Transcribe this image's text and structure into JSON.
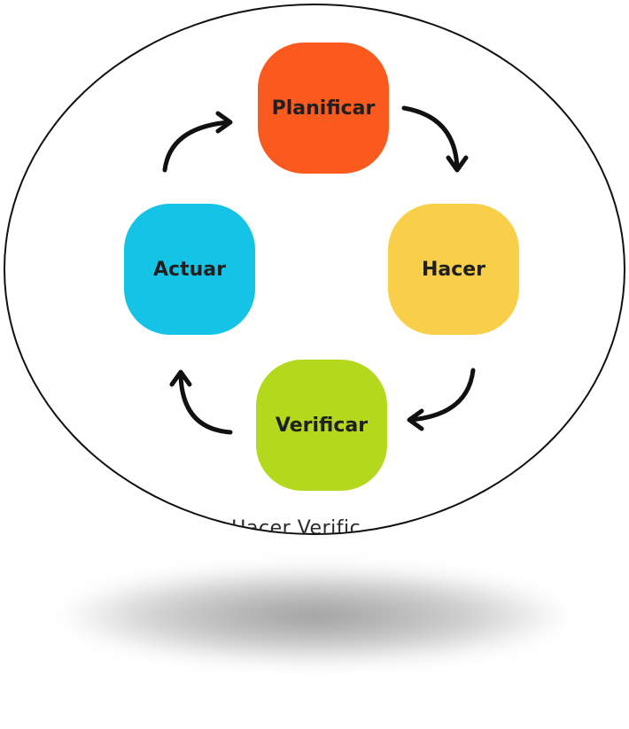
{
  "diagram": {
    "nodes": [
      {
        "id": "planificar",
        "label": "Planificar",
        "color": "#FA5A1E"
      },
      {
        "id": "hacer",
        "label": "Hacer",
        "color": "#F9CF4A"
      },
      {
        "id": "verificar",
        "label": "Verificar",
        "color": "#B4D91C"
      },
      {
        "id": "actuar",
        "label": "Actuar",
        "color": "#14C3E6"
      }
    ],
    "edges": [
      {
        "from": "planificar",
        "to": "hacer"
      },
      {
        "from": "hacer",
        "to": "verificar"
      },
      {
        "from": "verificar",
        "to": "actuar"
      },
      {
        "from": "actuar",
        "to": "planificar"
      }
    ],
    "caption": "Hacer  Verific"
  }
}
